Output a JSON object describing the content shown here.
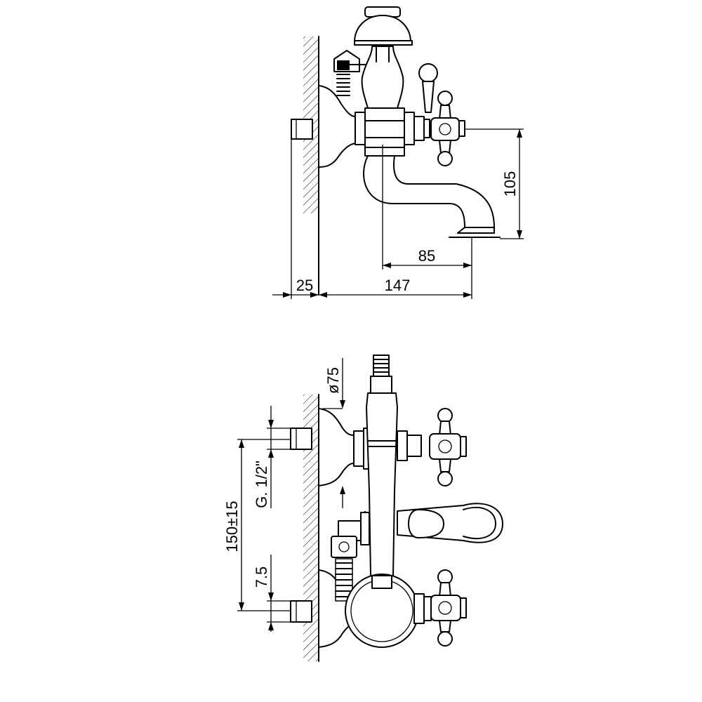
{
  "dimensions": {
    "top_view": {
      "wall_depth": "25",
      "overall_projection": "147",
      "spout_reach": "85",
      "spout_height": "105"
    },
    "front_view": {
      "flange_diameter": "ø75",
      "inlet_thread": "G. 1/2\"",
      "centre_distance": "150±15",
      "offset": "7.5"
    }
  },
  "colors": {
    "line": "#000000",
    "background": "#ffffff"
  }
}
